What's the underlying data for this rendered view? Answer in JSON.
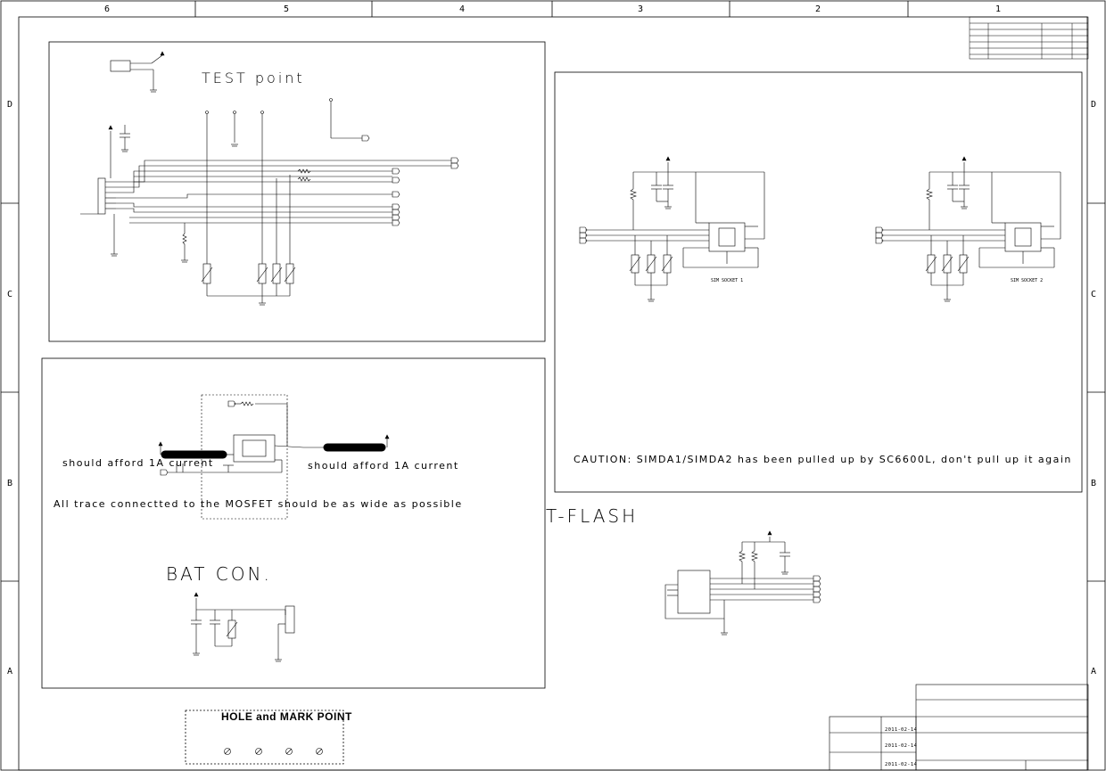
{
  "zones": {
    "columns": [
      "6",
      "5",
      "4",
      "3",
      "2",
      "1"
    ],
    "rows": [
      "D",
      "C",
      "B",
      "A"
    ]
  },
  "test_point": {
    "title": "TEST point"
  },
  "mosfet": {
    "note_left": "should afford 1A current",
    "note_right": "should afford 1A current",
    "trace_note": "All trace connectted to the MOSFET should be as wide as possible"
  },
  "bat_con": {
    "title": "BAT CON."
  },
  "sim": {
    "socket1_label": "SIM SOCKET 1",
    "socket2_label": "SIM SOCKET 2",
    "caution": "CAUTION: SIMDA1/SIMDA2 has been pulled up by SC6600L, don't pull up it again"
  },
  "tflash": {
    "title": "T-FLASH"
  },
  "hole_mark": {
    "title": "HOLE and MARK POINT"
  },
  "title_block": {
    "dates": [
      "2011-02-14",
      "2011-02-14",
      "2011-02-14"
    ]
  },
  "colors": {
    "line": "#000000",
    "background": "#ffffff"
  }
}
